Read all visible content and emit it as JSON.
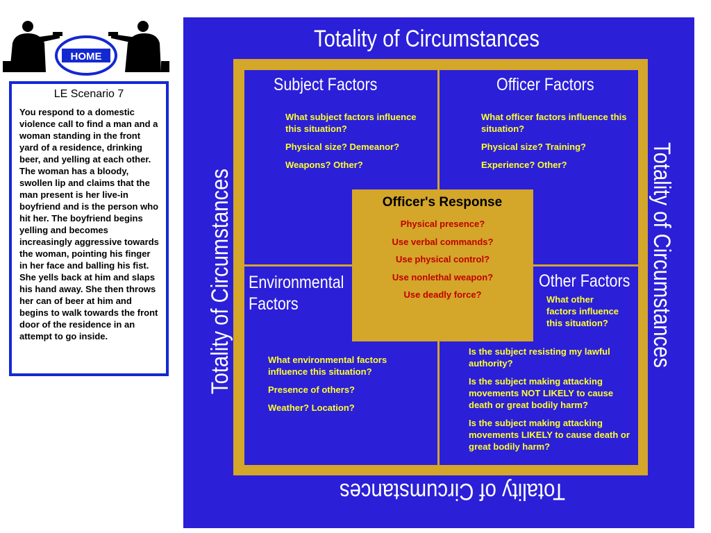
{
  "home": {
    "label": "HOME"
  },
  "scenario": {
    "title": "LE Scenario 7",
    "text": "You respond to a domestic violence call to find a man and a woman standing in the front yard of a residence, drinking beer, and yelling at each other. The woman has a bloody, swollen lip and claims that the man present is her live-in boyfriend and is the person who hit her. The boyfriend begins yelling and becomes increasingly aggressive towards the woman, pointing his finger in her face and balling his fist. She yells back at him and slaps his hand away. She then throws her can of beer at him and begins to walk towards the front door of the residence in an attempt to go inside."
  },
  "diagram": {
    "title_top": "Totality of Circumstances",
    "title_left": "Totality of Circumstances",
    "title_right": "Totality of Circumstances",
    "title_bottom": "Totality of Circumstances",
    "subject": {
      "header": "Subject Factors",
      "questions": [
        "What subject factors influence this situation?",
        "Physical size? Demeanor?",
        "Weapons? Other?"
      ]
    },
    "officer": {
      "header": "Officer Factors",
      "questions": [
        "What officer factors influence this situation?",
        "Physical size? Training?",
        "Experience? Other?"
      ]
    },
    "environmental": {
      "header_line1": "Environmental",
      "header_line2": "Factors",
      "questions": [
        "What environmental factors influence this situation?",
        "Presence of others?",
        "Weather? Location?"
      ]
    },
    "other": {
      "header": "Other Factors",
      "intro": "What other factors influence this situation?",
      "questions": [
        "Is the subject resisting my lawful authority?",
        "Is the subject making attacking movements NOT LIKELY to cause death or great bodily harm?",
        "Is the subject making attacking movements LIKELY to cause death or great bodily harm?"
      ]
    },
    "response": {
      "title": "Officer's Response",
      "items": [
        "Physical presence?",
        "Use verbal commands?",
        "Use physical control?",
        "Use nonlethal weapon?",
        "Use deadly force?"
      ]
    }
  },
  "colors": {
    "diagram_bg": "#2b1fd8",
    "frame_gold": "#d4a62a",
    "question_yellow": "#ffff2e",
    "response_red": "#c00000",
    "panel_border": "#1428d2"
  }
}
